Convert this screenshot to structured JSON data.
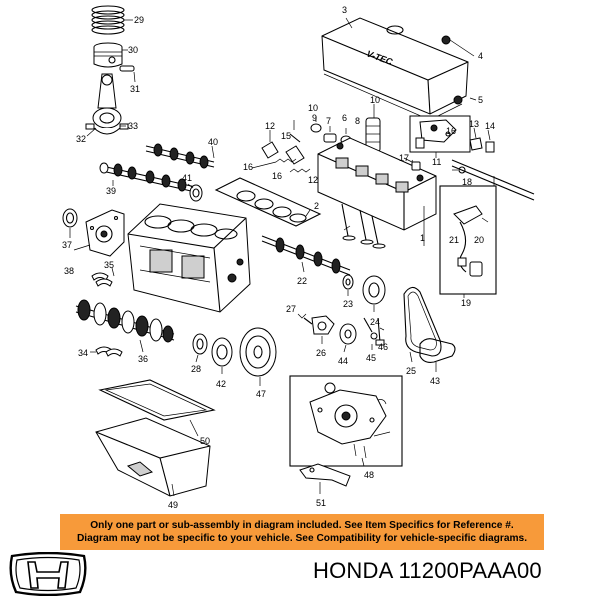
{
  "notice": {
    "line1": "Only one part or sub-assembly in diagram included. See Item Specifics for Reference #.",
    "line2": "Diagram may not be specific to your vehicle. See Compatibility for vehicle-specific diagrams."
  },
  "brand_logo": "honda-logo",
  "part_label": "HONDA 11200PAAA00",
  "callouts": [
    "1",
    "2",
    "3",
    "4",
    "5",
    "6",
    "7",
    "8",
    "9",
    "10",
    "11",
    "12",
    "13",
    "14",
    "15",
    "16",
    "17",
    "18",
    "19",
    "20",
    "21",
    "22",
    "23",
    "24",
    "25",
    "26",
    "27",
    "28",
    "29",
    "30",
    "31",
    "32",
    "33",
    "34",
    "35",
    "36",
    "37",
    "38",
    "39",
    "40",
    "41",
    "42",
    "43",
    "44",
    "45",
    "46",
    "47",
    "48",
    "49",
    "50",
    "51"
  ],
  "valve_cover_marking": "V-TEC",
  "colors": {
    "notice_bg": "#f79a3a",
    "ink": "#000000"
  }
}
